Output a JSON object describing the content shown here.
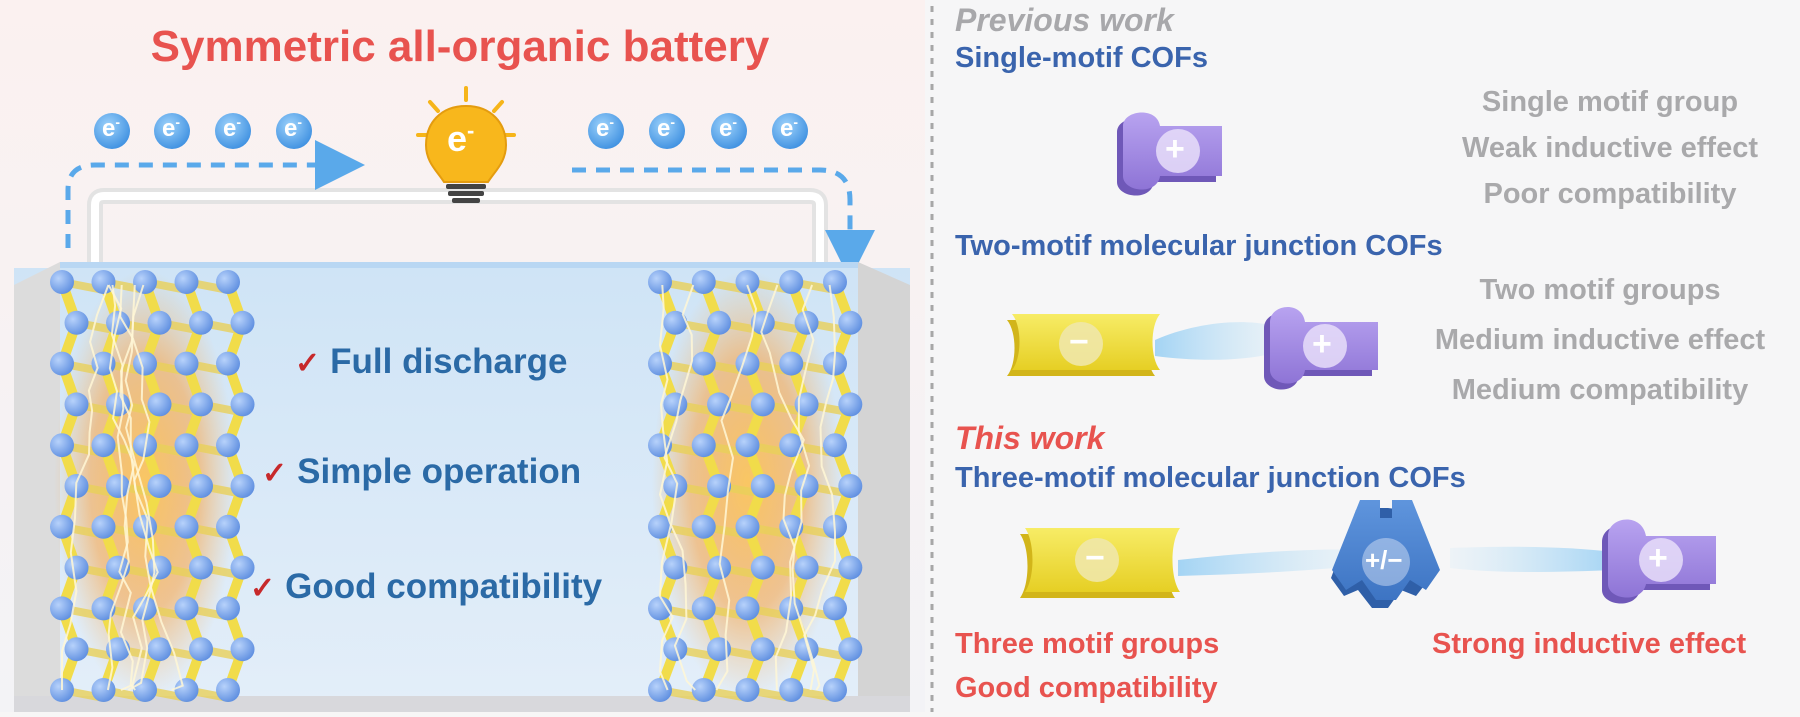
{
  "left": {
    "title": "Symmetric all-organic battery",
    "electron_symbol": "e",
    "electron_charge": "-",
    "features": [
      "Full discharge",
      "Simple operation",
      "Good compatibility"
    ],
    "check_mark": "✓"
  },
  "right": {
    "previous": {
      "heading": "Previous work",
      "single": {
        "title": "Single-motif COFs",
        "props": [
          "Single motif group",
          "Weak inductive effect",
          "Poor compatibility"
        ]
      },
      "two": {
        "title": "Two-motif molecular junction COFs",
        "props": [
          "Two motif groups",
          "Medium inductive effect",
          "Medium compatibility"
        ]
      }
    },
    "this_work": {
      "heading": "This work",
      "title": "Three-motif molecular junction COFs",
      "props_left": [
        "Three motif groups",
        "Good compatibility"
      ],
      "prop_right": "Strong inductive effect"
    },
    "symbols": {
      "plus": "+",
      "minus": "−",
      "plusminus": "+/−"
    }
  },
  "colors": {
    "red": "#e8534f",
    "blue": "#3a64ad",
    "gray": "#a9a9ab",
    "purple": "#a98ee6",
    "yellow": "#f2e23d",
    "electrode_blue": "#7ea6e6",
    "bulb": "#f6b51a"
  }
}
